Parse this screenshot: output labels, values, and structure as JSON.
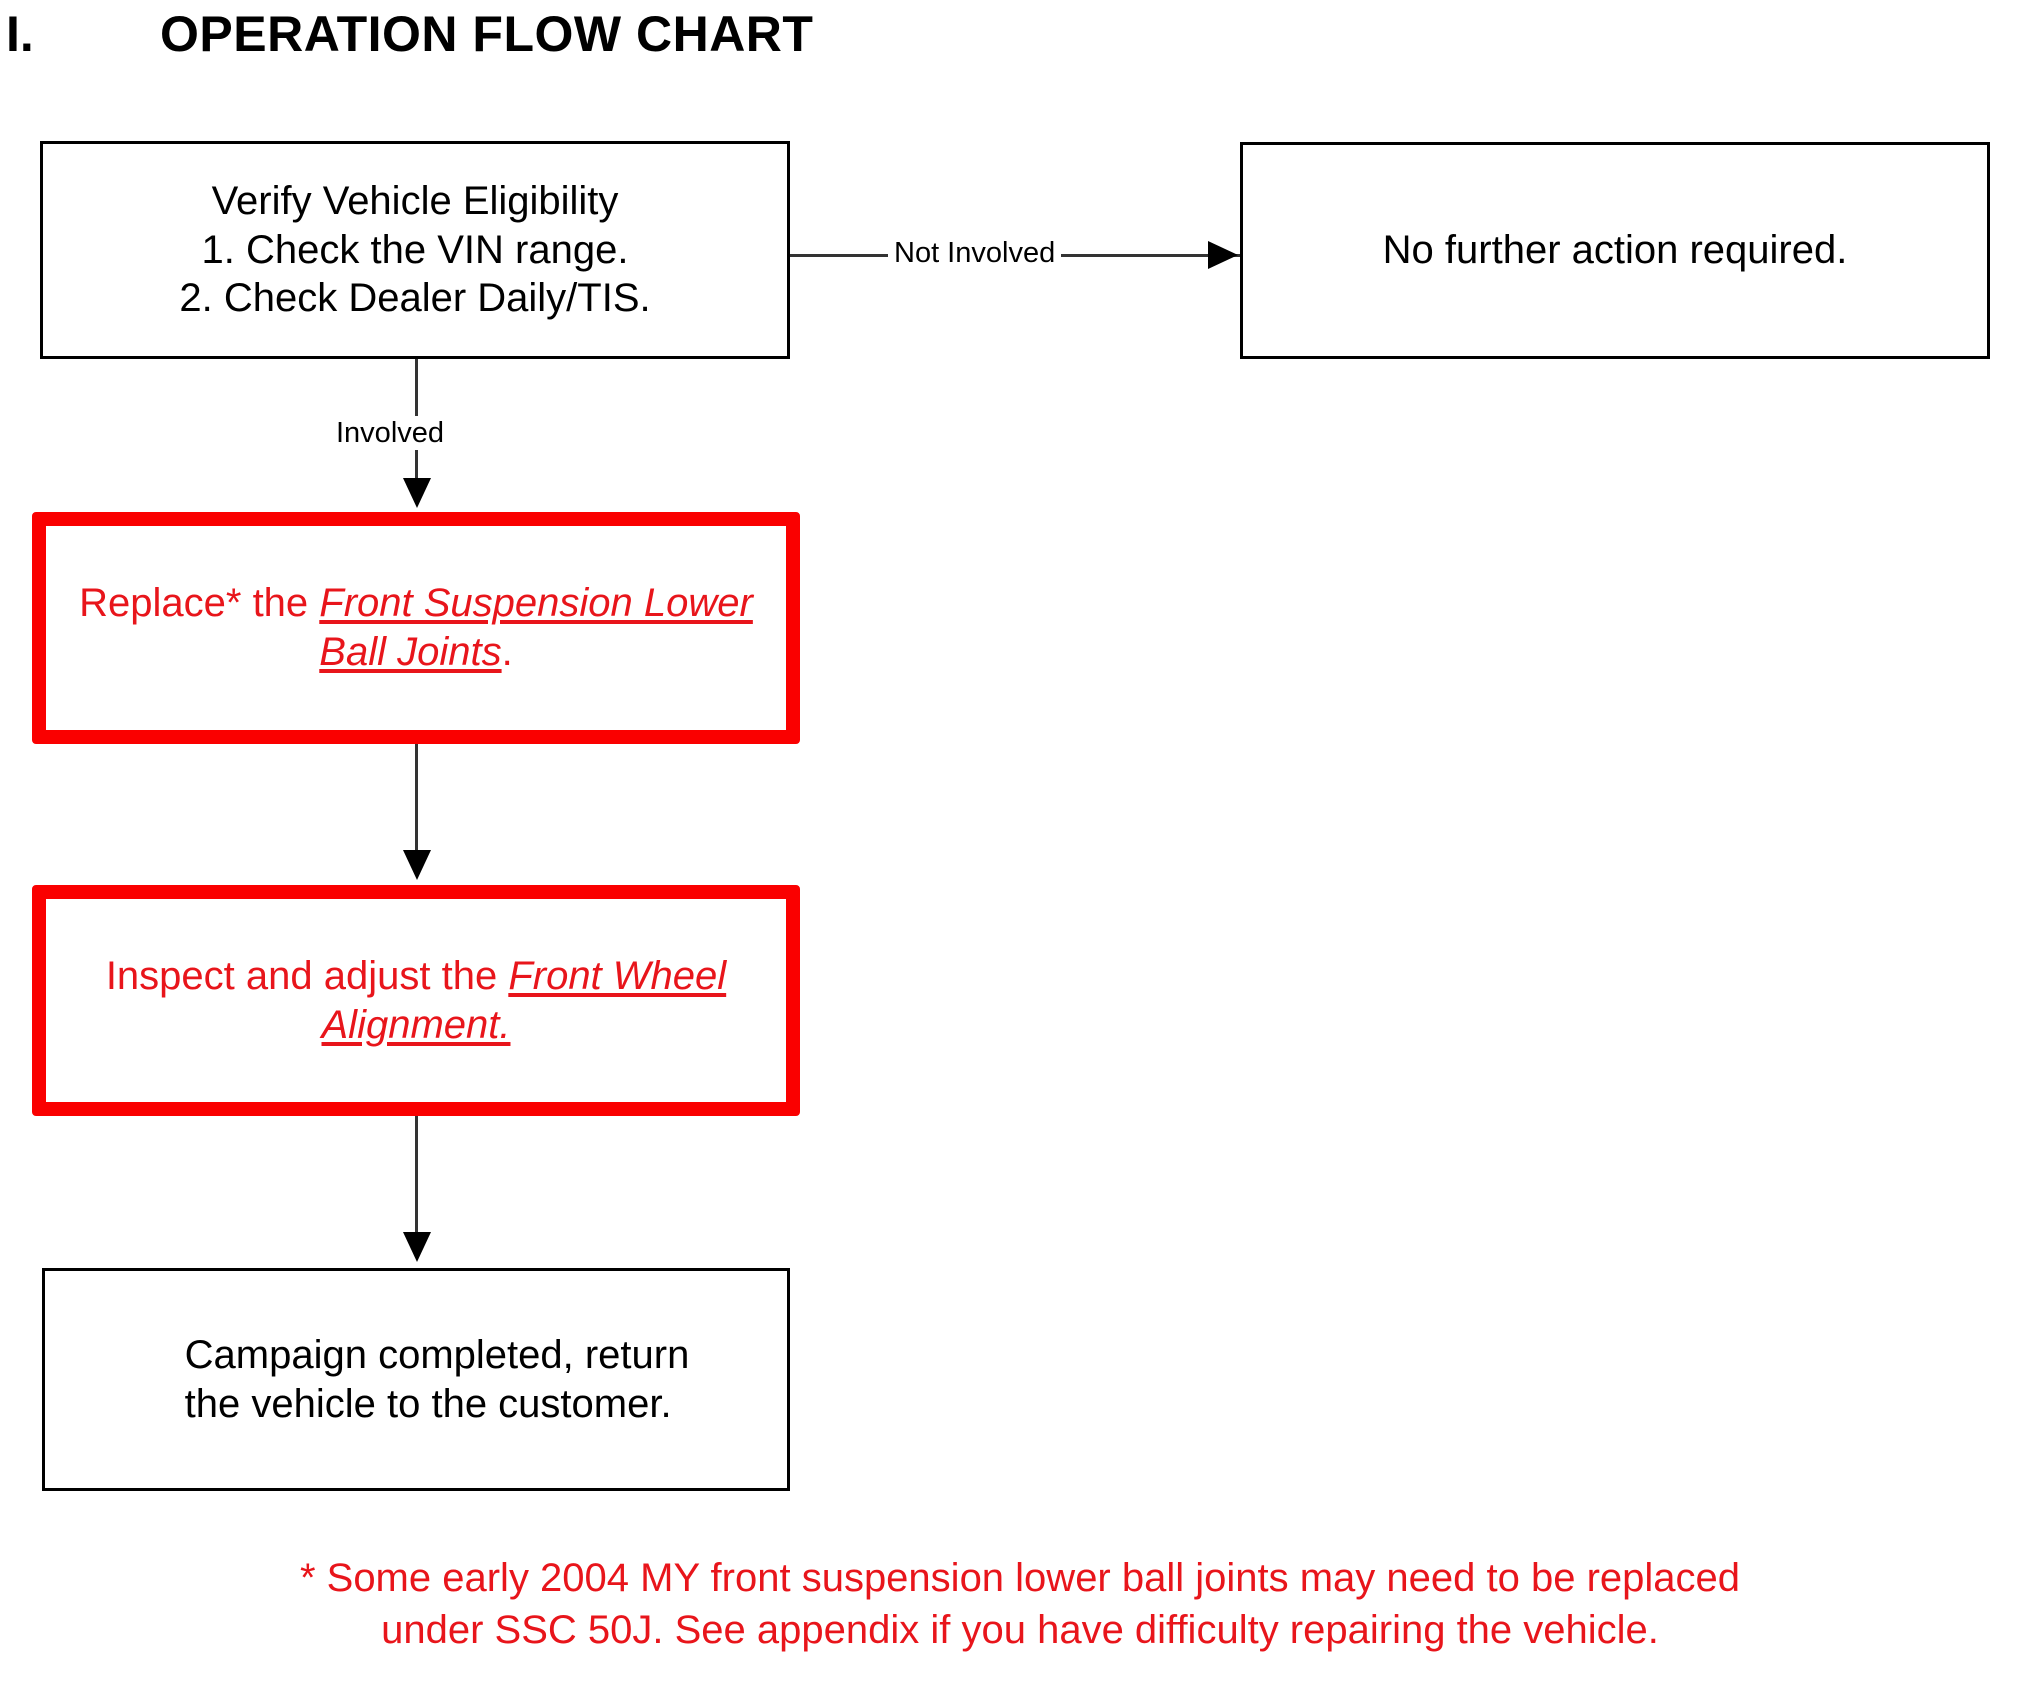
{
  "document": {
    "section_numeral": "I.",
    "section_title": "OPERATION FLOW CHART"
  },
  "colors": {
    "red_border": "#FA0000",
    "red_text": "#E8151B",
    "black": "#000000",
    "background": "#FFFFFF",
    "connector": "#333333"
  },
  "flowchart": {
    "type": "flowchart",
    "nodes": [
      {
        "id": "verify",
        "style": "black-box",
        "text": "Verify Vehicle Eligibility\n1. Check the VIN range.\n2. Check Dealer Daily/TIS."
      },
      {
        "id": "no-action",
        "style": "black-box",
        "text": "No further action required."
      },
      {
        "id": "replace",
        "style": "red-box",
        "text_prefix": "Replace* the ",
        "text_emphasis": "Front Suspension Lower Ball Joints",
        "text_suffix": ".",
        "full_text": "Replace* the Front Suspension Lower Ball Joints."
      },
      {
        "id": "inspect",
        "style": "red-box",
        "text_prefix": "Inspect and adjust the ",
        "text_emphasis": "Front Wheel Alignment.",
        "text_suffix": "",
        "full_text": "Inspect and adjust the Front Wheel Alignment."
      },
      {
        "id": "complete",
        "style": "black-box",
        "text": "Campaign completed, return\nthe vehicle to the customer."
      }
    ],
    "edges": [
      {
        "from": "verify",
        "to": "no-action",
        "label": "Not Involved",
        "direction": "right"
      },
      {
        "from": "verify",
        "to": "replace",
        "label": "Involved",
        "direction": "down"
      },
      {
        "from": "replace",
        "to": "inspect",
        "label": "",
        "direction": "down"
      },
      {
        "from": "inspect",
        "to": "complete",
        "label": "",
        "direction": "down"
      }
    ]
  },
  "footnote": {
    "text": "* Some early 2004 MY front suspension lower ball joints may need to be replaced\nunder SSC 50J. See appendix if you have difficulty repairing the vehicle."
  }
}
